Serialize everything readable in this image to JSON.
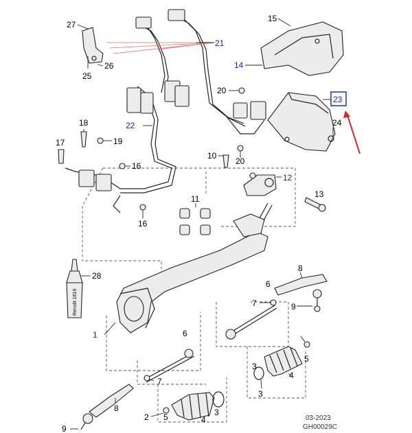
{
  "callouts": [
    {
      "id": "c27",
      "label": "27",
      "color": "black"
    },
    {
      "id": "c25",
      "label": "25",
      "color": "black"
    },
    {
      "id": "c26",
      "label": "26",
      "color": "black"
    },
    {
      "id": "c21",
      "label": "21",
      "color": "blue"
    },
    {
      "id": "c15",
      "label": "15",
      "color": "black"
    },
    {
      "id": "c14",
      "label": "14",
      "color": "blue"
    },
    {
      "id": "c20a",
      "label": "20",
      "color": "black"
    },
    {
      "id": "c23",
      "label": "23",
      "color": "blue"
    },
    {
      "id": "c24",
      "label": "24",
      "color": "black"
    },
    {
      "id": "c22",
      "label": "22",
      "color": "blue"
    },
    {
      "id": "c18",
      "label": "18",
      "color": "black"
    },
    {
      "id": "c17",
      "label": "17",
      "color": "black"
    },
    {
      "id": "c19",
      "label": "19",
      "color": "black"
    },
    {
      "id": "c16a",
      "label": "16",
      "color": "black"
    },
    {
      "id": "c10",
      "label": "10",
      "color": "black"
    },
    {
      "id": "c20b",
      "label": "20",
      "color": "black"
    },
    {
      "id": "c12",
      "label": "12",
      "color": "blue"
    },
    {
      "id": "c13",
      "label": "13",
      "color": "black"
    },
    {
      "id": "c16b",
      "label": "16",
      "color": "black"
    },
    {
      "id": "c11",
      "label": "11",
      "color": "black"
    },
    {
      "id": "c28",
      "label": "28",
      "color": "black"
    },
    {
      "id": "c8a",
      "label": "8",
      "color": "black"
    },
    {
      "id": "c6a",
      "label": "6",
      "color": "black"
    },
    {
      "id": "c7a",
      "label": "7",
      "color": "black"
    },
    {
      "id": "c9a",
      "label": "9",
      "color": "black"
    },
    {
      "id": "c1",
      "label": "1",
      "color": "blue"
    },
    {
      "id": "c6b",
      "label": "6",
      "color": "black"
    },
    {
      "id": "c7b",
      "label": "7",
      "color": "black"
    },
    {
      "id": "c3a",
      "label": "3",
      "color": "black"
    },
    {
      "id": "c5a",
      "label": "5",
      "color": "black"
    },
    {
      "id": "c4a",
      "label": "4",
      "color": "black"
    },
    {
      "id": "c3b",
      "label": "3",
      "color": "black"
    },
    {
      "id": "c8b",
      "label": "8",
      "color": "black"
    },
    {
      "id": "c2",
      "label": "2",
      "color": "black"
    },
    {
      "id": "c5b",
      "label": "5",
      "color": "black"
    },
    {
      "id": "c4b",
      "label": "4",
      "color": "black"
    },
    {
      "id": "c3c",
      "label": "3",
      "color": "black"
    },
    {
      "id": "c9b",
      "label": "9",
      "color": "black"
    }
  ],
  "tube_label": "Renolit 1619",
  "footer": {
    "date": "03-2023",
    "code": "GH00029C"
  },
  "colors": {
    "blue_label": "#1a24b5",
    "highlight_box": "#2b3bd6",
    "arrow": "#e0202a",
    "leader_red": "#e07070"
  }
}
